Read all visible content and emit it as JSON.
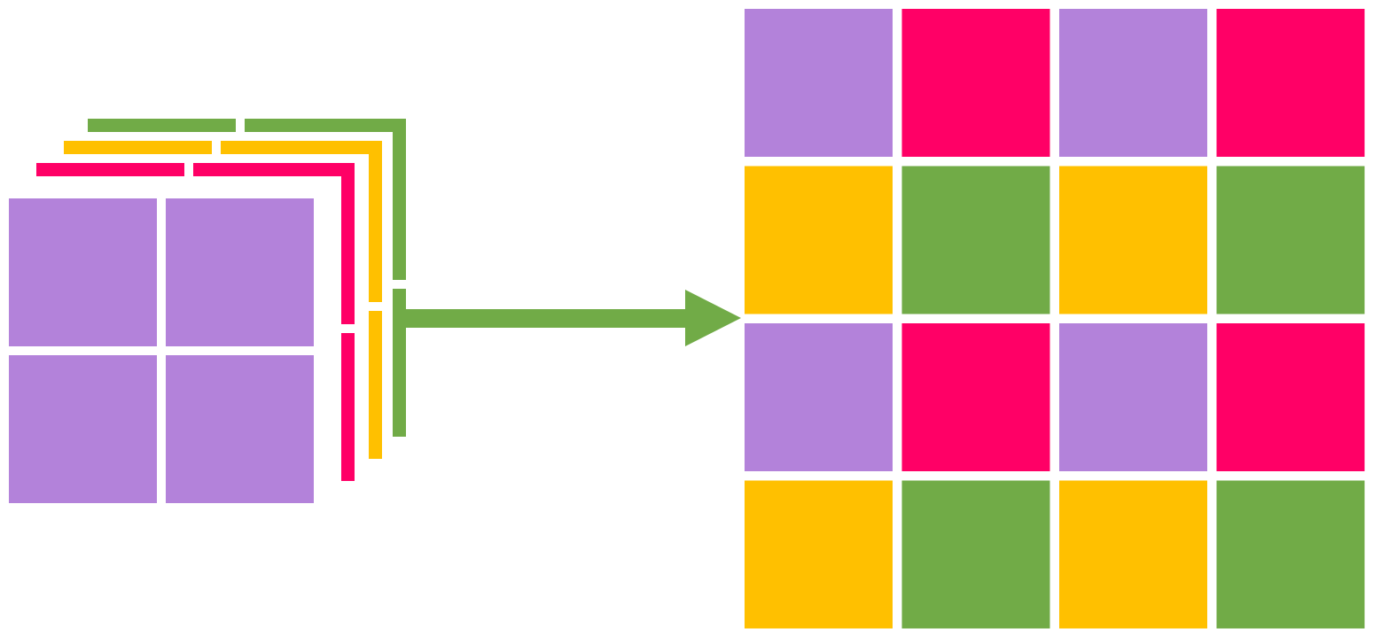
{
  "colors": {
    "purple": "#B382DA",
    "magenta": "#FF0066",
    "yellow": "#FFC000",
    "green": "#71AB47",
    "arrow": "#71AB47",
    "background": "#FFFFFF"
  },
  "input_stack": {
    "front_channel": {
      "rows": [
        [
          "purple",
          "purple"
        ],
        [
          "purple",
          "purple"
        ]
      ]
    },
    "back_channels": [
      "magenta",
      "yellow",
      "green"
    ]
  },
  "arrow": {
    "direction": "right",
    "color": "green"
  },
  "output_grid": {
    "rows": [
      [
        "purple",
        "magenta",
        "purple",
        "magenta"
      ],
      [
        "yellow",
        "green",
        "yellow",
        "green"
      ],
      [
        "purple",
        "magenta",
        "purple",
        "magenta"
      ],
      [
        "yellow",
        "green",
        "yellow",
        "green"
      ]
    ]
  }
}
